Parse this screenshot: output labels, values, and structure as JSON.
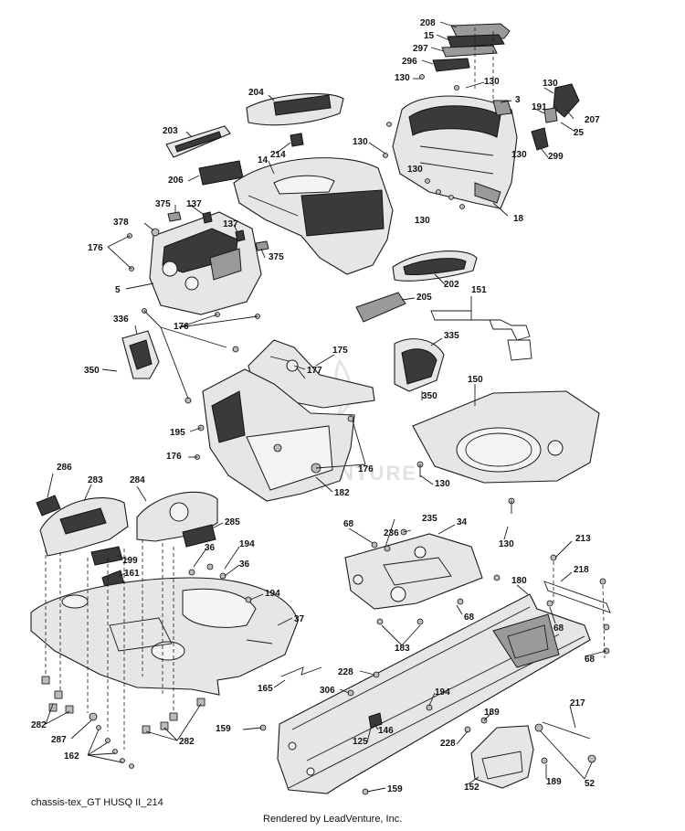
{
  "caption": "chassis-tex_GT HUSQ II_214",
  "credit": "Rendered by LeadVenture, Inc.",
  "watermark_text": "LEADVENTURE",
  "labels": [
    "208",
    "15",
    "297",
    "296",
    "130",
    "130",
    "3",
    "130",
    "191",
    "207",
    "25",
    "130",
    "299",
    "204",
    "203",
    "214",
    "14",
    "130",
    "130",
    "206",
    "130",
    "18",
    "375",
    "137",
    "378",
    "137",
    "176",
    "375",
    "5",
    "202",
    "205",
    "151",
    "176",
    "336",
    "175",
    "335",
    "350",
    "177",
    "150",
    "350",
    "195",
    "176",
    "176",
    "182",
    "130",
    "286",
    "283",
    "284",
    "285",
    "199",
    "161",
    "36",
    "194",
    "36",
    "194",
    "37",
    "68",
    "235",
    "236",
    "34",
    "130",
    "213",
    "218",
    "180",
    "68",
    "183",
    "68",
    "68",
    "228",
    "165",
    "306",
    "194",
    "146",
    "189",
    "217",
    "159",
    "125",
    "228",
    "152",
    "189",
    "52",
    "282",
    "287",
    "282",
    "162",
    "159"
  ]
}
